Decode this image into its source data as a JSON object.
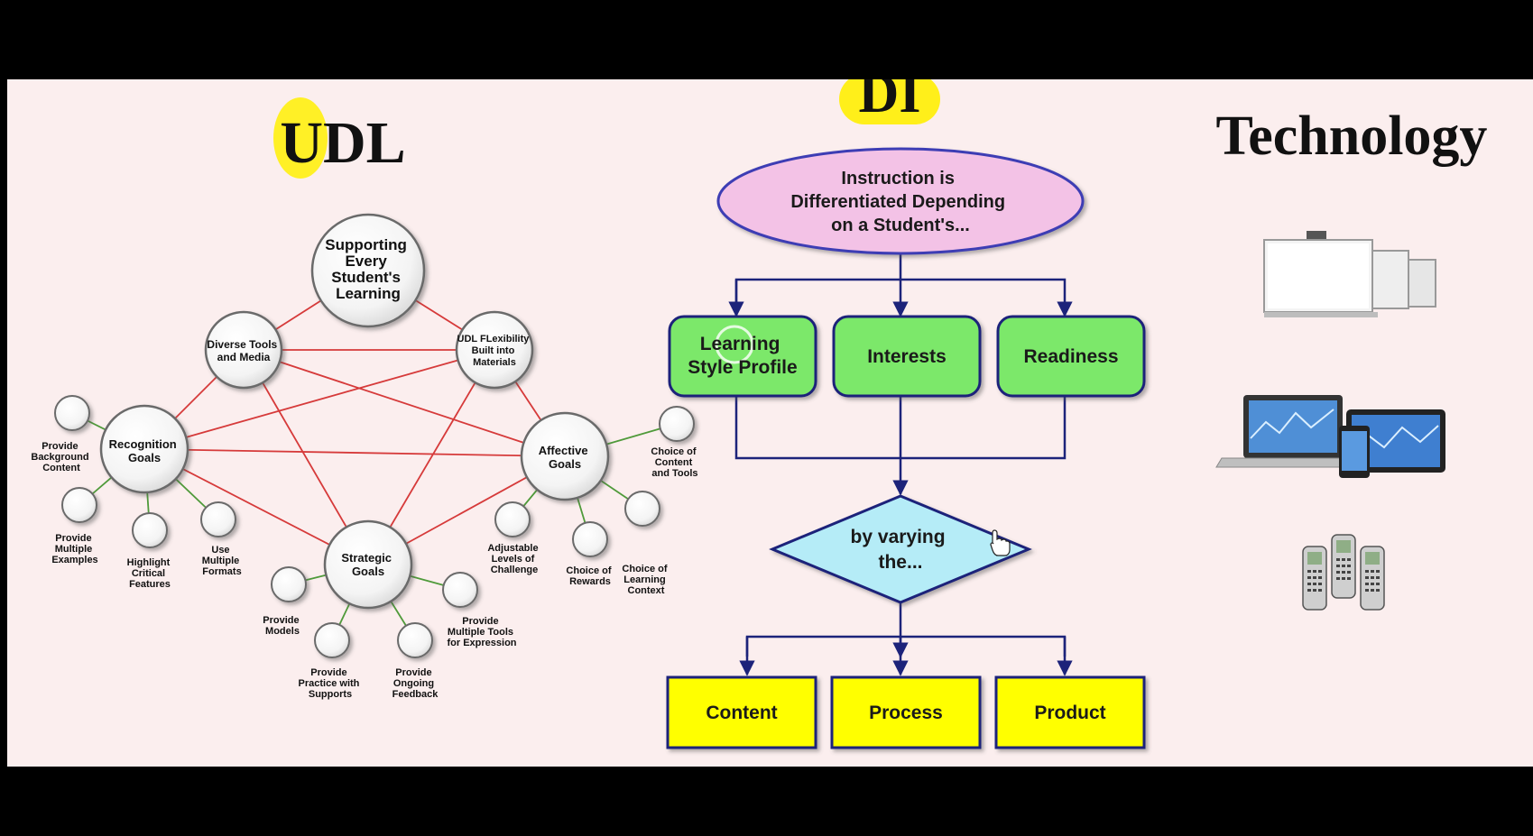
{
  "udl": {
    "title": "UDL",
    "center": [
      "Supporting",
      "Every",
      "Student's",
      "Learning"
    ],
    "hubs": {
      "diverse_tools": [
        "Diverse Tools",
        "and Media"
      ],
      "flexibility": [
        "UDL FLexibility",
        "Built into",
        "Materials"
      ],
      "recognition": [
        "Recognition",
        "Goals"
      ],
      "affective": [
        "Affective",
        "Goals"
      ],
      "strategic": [
        "Strategic",
        "Goals"
      ]
    },
    "leaves": {
      "background": [
        "Provide",
        "Background",
        "Content"
      ],
      "examples": [
        "Provide",
        "Multiple",
        "Examples"
      ],
      "highlight": [
        "Highlight",
        "Critical",
        "Features"
      ],
      "formats": [
        "Use",
        "Multiple",
        "Formats"
      ],
      "models": [
        "Provide",
        "Models"
      ],
      "practice": [
        "Provide",
        "Practice with",
        "Supports"
      ],
      "feedback": [
        "Provide",
        "Ongoing",
        "Feedback"
      ],
      "expression": [
        "Provide",
        "Multiple Tools",
        "for Expression"
      ],
      "challenge": [
        "Adjustable",
        "Levels of",
        "Challenge"
      ],
      "rewards": [
        "Choice of",
        "Rewards"
      ],
      "context": [
        "Choice of",
        "Learning",
        "Context"
      ],
      "content_tools": [
        "Choice of",
        "Content",
        "and Tools"
      ]
    }
  },
  "di": {
    "title": "DI",
    "top": [
      "Instruction is",
      "Differentiated Depending",
      "on a Student's..."
    ],
    "profile": [
      "Learning",
      "Style Profile"
    ],
    "interests": "Interests",
    "readiness": "Readiness",
    "decision": [
      "by varying",
      "the..."
    ],
    "content": "Content",
    "process": "Process",
    "product": "Product"
  },
  "technology": {
    "title": "Technology",
    "icons": [
      "interactive-whiteboard-icon",
      "laptop-tablet-phone-icon",
      "clicker-remotes-icon"
    ]
  },
  "colors": {
    "slide_bg": "#fbeeee",
    "highlight": "#ffef1a",
    "red_line": "#d63a3a",
    "green_line": "#4f9a3a",
    "navy": "#1c237a",
    "pink_ellipse": "#f3c2e6",
    "green_box": "#7ce86a",
    "cyan_diamond": "#b5ecf7",
    "yellow_box": "#ffff00"
  }
}
